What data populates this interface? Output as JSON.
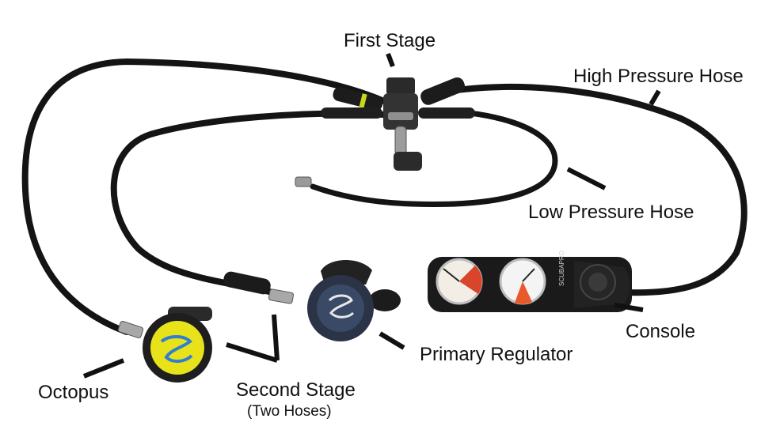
{
  "labels": {
    "first_stage": "First Stage",
    "high_pressure_hose": "High Pressure Hose",
    "low_pressure_hose": "Low Pressure Hose",
    "console": "Console",
    "primary_regulator": "Primary Regulator",
    "second_stage": "Second Stage",
    "second_stage_note": "(Two Hoses)",
    "octopus": "Octopus"
  },
  "console_brand": "SCUBAPRO",
  "colors": {
    "hose": "#141414",
    "octopus_yellow": "#e8e21a",
    "regulator_blue": "#3a4a66",
    "gauge_red": "#d8452a",
    "background": "#ffffff"
  }
}
